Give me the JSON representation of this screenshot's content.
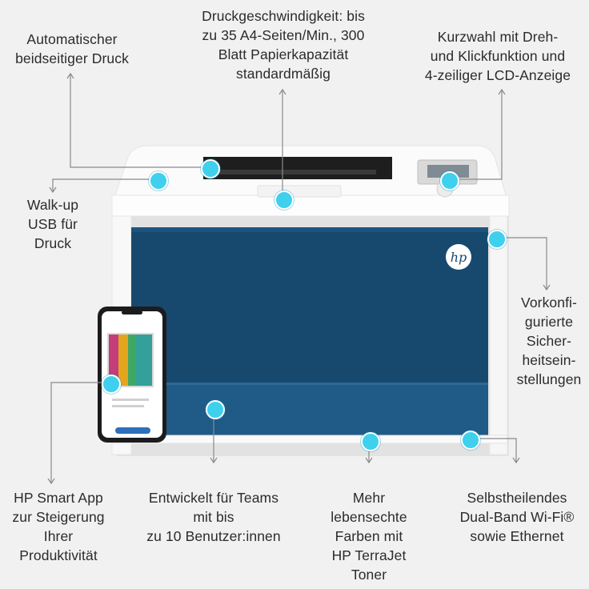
{
  "callouts": {
    "duplex": {
      "lines": [
        "Automatischer",
        "beidseitiger Druck"
      ]
    },
    "speed": {
      "lines": [
        "Druckgeschwindigkeit: bis",
        "zu 35 A4-Seiten/Min., 300",
        "Blatt Papierkapazität",
        "standardmäßig"
      ]
    },
    "dial": {
      "lines": [
        "Kurzwahl mit Dreh-",
        "und Klickfunktion und",
        "4-zeiliger LCD-Anzeige"
      ]
    },
    "usb": {
      "lines": [
        "Walk-up",
        "USB für",
        "Druck"
      ]
    },
    "security": {
      "lines": [
        "Vorkonfi-",
        "gurierte",
        "Sicher-",
        "heitsein-",
        "stellungen"
      ]
    },
    "app": {
      "lines": [
        "HP Smart App",
        "zur Steigerung",
        "Ihrer",
        "Produktivität"
      ]
    },
    "teams": {
      "lines": [
        "Entwickelt für Teams",
        "mit bis",
        "zu 10 Benutzer:innen"
      ]
    },
    "colors": {
      "lines": [
        "Mehr",
        "lebensechte",
        "Farben mit",
        "HP TerraJet",
        "Toner"
      ]
    },
    "wifi": {
      "lines": [
        "Selbstheilendes",
        "Dual-Band Wi-Fi®",
        "sowie Ethernet"
      ]
    }
  },
  "printer": {
    "brand_logo": "hp",
    "body_color": "#ffffff",
    "front_color": "#17496f",
    "drawer_color": "#205a86"
  },
  "phone": {
    "screen_button": ""
  },
  "colors": {
    "background": "#f1f1f1",
    "callout_dot": "#3fd0ee",
    "leader_line": "#8a8a8a"
  }
}
